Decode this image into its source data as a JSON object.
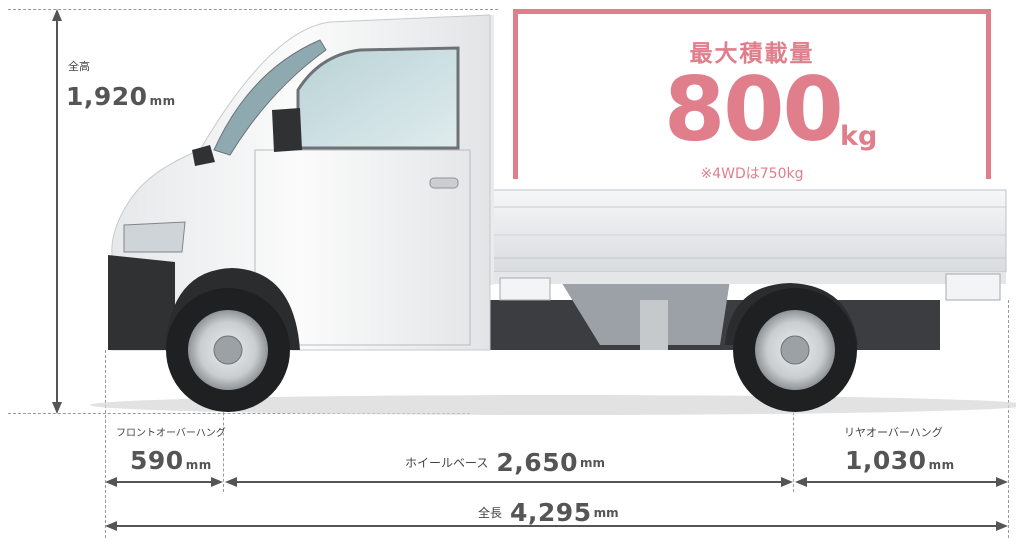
{
  "payload": {
    "title": "最大積載量",
    "value": "800",
    "unit": "kg",
    "note": "※4WDは750kg"
  },
  "dimensions": {
    "height": {
      "label": "全高",
      "value": "1,920",
      "unit": "mm"
    },
    "front_overhang": {
      "label": "フロントオーバーハング",
      "value": "590",
      "unit": "mm"
    },
    "wheelbase": {
      "label": "ホイールベース",
      "value": "2,650",
      "unit": "mm"
    },
    "rear_overhang": {
      "label": "リヤオーバーハング",
      "value": "1,030",
      "unit": "mm"
    },
    "overall_length": {
      "label": "全長",
      "value": "4,295",
      "unit": "mm"
    }
  },
  "colors": {
    "accent": "#e07e8c",
    "text": "#4a4a4a",
    "lines": "#9a9a9a"
  }
}
